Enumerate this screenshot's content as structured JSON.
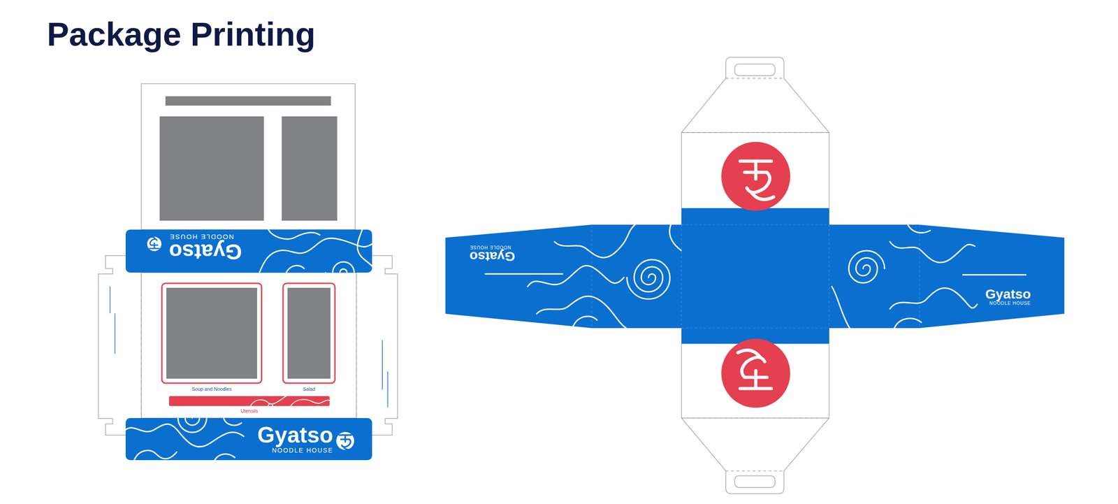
{
  "diagram": {
    "title": "Package Printing",
    "nodes": [
      {
        "text": [
          "Gyatso",
          "NOODLE HOUSE"
        ]
      },
      {
        "text": [
          "Soup and Noodles"
        ]
      },
      {
        "text": [
          "Salad"
        ]
      },
      {
        "text": [
          "Utensils"
        ]
      },
      {
        "text": [
          "Gyatso",
          "NOODLE HOUSE"
        ]
      },
      {
        "text": [
          "Gyatso",
          "NOODLE HOUSE"
        ]
      },
      {
        "text": [
          "Gyatso",
          "NOODLE HOUSE"
        ]
      }
    ]
  }
}
